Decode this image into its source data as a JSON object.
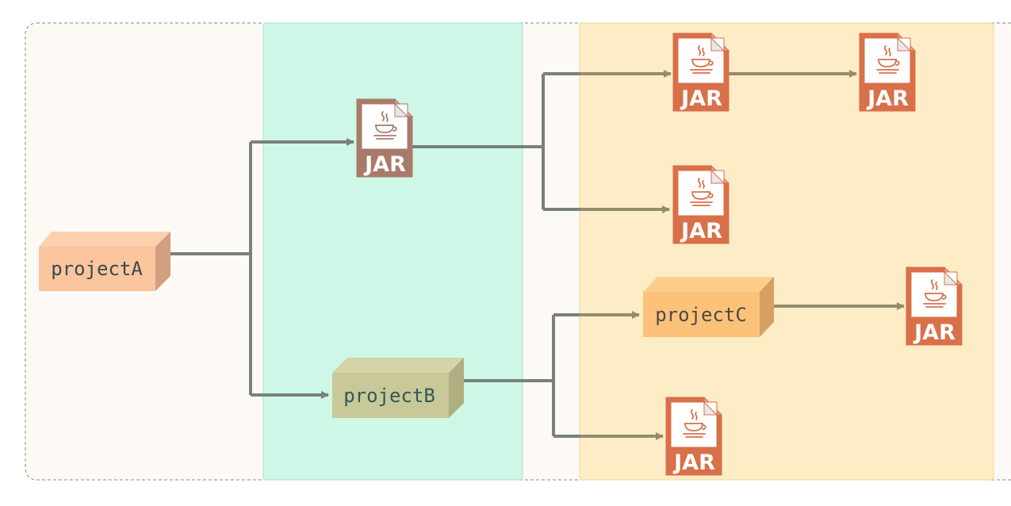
{
  "colors": {
    "outer_bg": "#fdfaf5",
    "zone_green": "#cef7e7",
    "zone_yellow": "#fdedc6",
    "arrow_gray": "#7a807c",
    "arrow_olive": "#938d6e",
    "jar_brown": "#a87a6a",
    "jar_orange": "#d8704a"
  },
  "nodes": {
    "projectA": {
      "label": "projectA",
      "front": "#fbc59d",
      "top": "#fdd0ae",
      "side": "#d2a080",
      "text_color": "#3a4a4a"
    },
    "projectB": {
      "label": "projectB",
      "front": "#c8c898",
      "top": "#d4d4a8",
      "side": "#aeae80",
      "text_color": "#2f5a5a"
    },
    "projectC": {
      "label": "projectC",
      "front": "#fdc27a",
      "top": "#fdcd8e",
      "side": "#d8a060",
      "text_color": "#4a4a44"
    }
  },
  "jar_label": "JAR",
  "jar_icon": "java-cup-icon"
}
